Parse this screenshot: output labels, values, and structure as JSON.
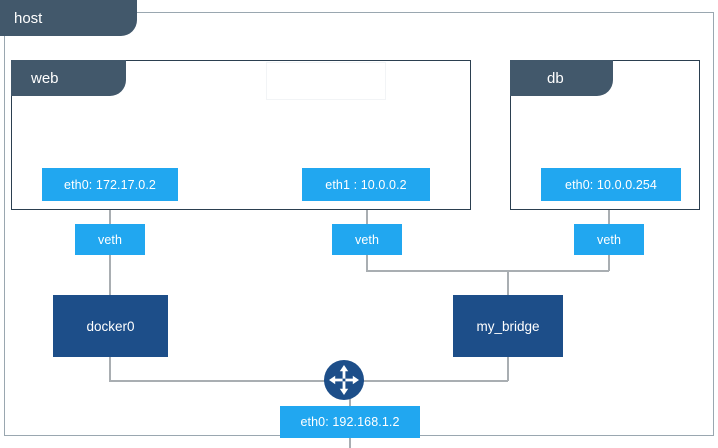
{
  "diagram": {
    "type": "docker-networking-topology",
    "host": {
      "label": "host",
      "eth0": "eth0: 192.168.1.2"
    },
    "containers": [
      {
        "name": "web",
        "interfaces": [
          "eth0: 172.17.0.2",
          "eth1 : 10.0.0.2"
        ]
      },
      {
        "name": "db",
        "interfaces": [
          "eth0: 10.0.0.254"
        ]
      }
    ],
    "veths": [
      {
        "label": "veth"
      },
      {
        "label": "veth"
      },
      {
        "label": "veth"
      }
    ],
    "bridges": [
      {
        "label": "docker0"
      },
      {
        "label": "my_bridge"
      }
    ],
    "router": {
      "icon": "router-icon"
    },
    "colors": {
      "light_blue": "#21a7f0",
      "dark_blue": "#1d4e89",
      "tab_slate": "#42586b",
      "frame_border": "#2b3f50",
      "host_border": "#9aa7b0",
      "wire": "#a9aeb2",
      "background": "#ffffff"
    }
  }
}
